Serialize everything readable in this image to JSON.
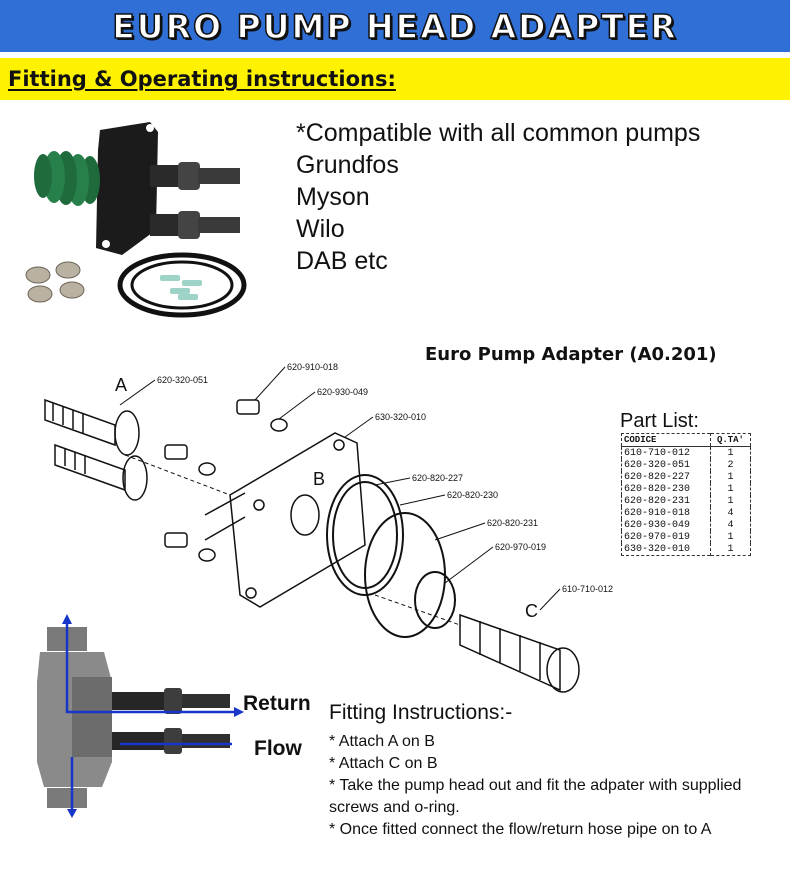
{
  "header": {
    "title": "EURO PUMP HEAD ADAPTER",
    "subtitle": "Fitting & Operating instructions:"
  },
  "compatibility": [
    "*Compatible with all common pumps",
    "Grundfos",
    "Myson",
    "Wilo",
    "DAB etc"
  ],
  "diagram": {
    "title": "Euro Pump Adapter (A0.201)",
    "letters": {
      "a": "A",
      "b": "B",
      "c": "C"
    },
    "callouts": {
      "c1": "620-320-051",
      "c2": "620-910-018",
      "c3": "620-930-049",
      "c4": "630-320-010",
      "c5": "620-820-227",
      "c6": "620-820-230",
      "c7": "620-820-231",
      "c8": "620-970-019",
      "c9": "610-710-012"
    }
  },
  "part_list": {
    "title": "Part List:",
    "headers": {
      "code": "CODICE",
      "qty": "Q.TA'"
    },
    "rows": [
      {
        "code": "610-710-012",
        "qty": "1"
      },
      {
        "code": "620-320-051",
        "qty": "2"
      },
      {
        "code": "620-820-227",
        "qty": "1"
      },
      {
        "code": "620-820-230",
        "qty": "1"
      },
      {
        "code": "620-820-231",
        "qty": "1"
      },
      {
        "code": "620-910-018",
        "qty": "4"
      },
      {
        "code": "620-930-049",
        "qty": "4"
      },
      {
        "code": "620-970-019",
        "qty": "1"
      },
      {
        "code": "630-320-010",
        "qty": "1"
      }
    ]
  },
  "pump": {
    "return_label": "Return",
    "flow_label": "Flow"
  },
  "fitting": {
    "title": "Fitting Instructions:-",
    "steps": [
      "* Attach A on B",
      "* Attach C on B",
      "* Take the pump head out and fit the adpater with supplied screws and o-ring.",
      "* Once fitted connect the flow/return hose pipe on to A"
    ]
  },
  "colors": {
    "title_bar": "#2f6fd6",
    "subtitle_bar": "#fff200",
    "bellows": "#1f6b3c",
    "arrow": "#1736c9"
  }
}
